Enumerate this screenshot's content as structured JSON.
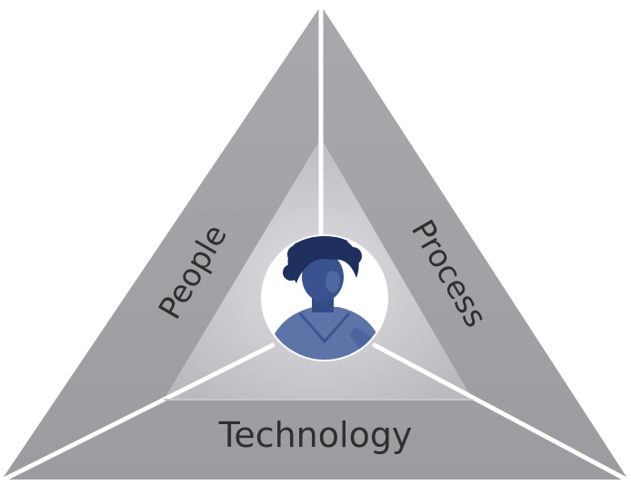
{
  "diagram": {
    "segments": [
      {
        "id": "people",
        "label": "People"
      },
      {
        "id": "process",
        "label": "Process"
      },
      {
        "id": "technology",
        "label": "Technology"
      }
    ],
    "center": {
      "icon": "person-portrait-icon"
    },
    "colors": {
      "outer_fill": "#a2a2a6",
      "inner_fill": "#bcbcc0",
      "center_fill": "#d2d2d6",
      "divider": "#ffffff",
      "text": "#2f2f2f",
      "portrait_tint": "#2e4a8a"
    }
  }
}
